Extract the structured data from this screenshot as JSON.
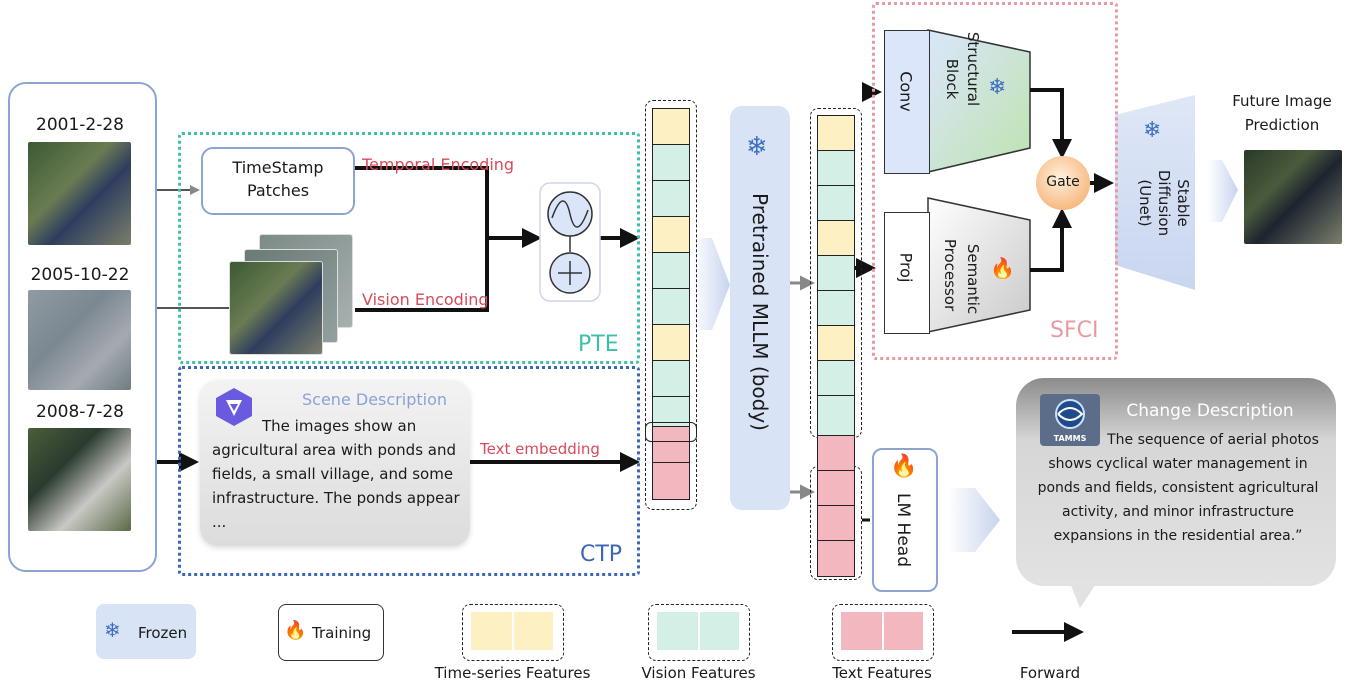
{
  "dates": [
    "2001-2-28",
    "2005-10-22",
    "2008-7-28"
  ],
  "pte": {
    "label": "PTE",
    "timestamp_line1": "TimeStamp",
    "timestamp_line2": "Patches",
    "temporal_encoding": "Temporal Encoding",
    "vision_encoding": "Vision Encoding"
  },
  "ctp": {
    "label": "CTP",
    "scene_title": "Scene Description",
    "scene_text": "The images show an agricultural area with ponds and fields, a small village, and some infrastructure. The ponds appear ...",
    "text_embedding": "Text embedding"
  },
  "mllm": {
    "label": "Pretrained MLLM (body)"
  },
  "lm_head": {
    "label": "LM Head"
  },
  "sfci": {
    "label": "SFCI",
    "conv": "Conv",
    "structural_line1": "Structural",
    "structural_line2": "Block",
    "proj": "Proj",
    "semantic_line1": "Semantic",
    "semantic_line2": "Processor",
    "gate": "Gate"
  },
  "unet": {
    "line1": "Stable",
    "line2": "Diffusion",
    "line3": "(Unet)"
  },
  "future": {
    "line1": "Future Image",
    "line2": "Prediction"
  },
  "change": {
    "title": "Change Description",
    "badge": "TAMMS",
    "text": "The sequence of aerial photos shows cyclical water management in ponds and fields, consistent agricultural activity, and minor infrastructure expansions in the residential area.”"
  },
  "legend": {
    "frozen": "Frozen",
    "training": "Training",
    "time_series": "Time-series Features",
    "vision": "Vision Features",
    "text": "Text Features",
    "forward": "Forward"
  },
  "colors": {
    "time_series": "#fdf1c4",
    "vision": "#d3efe6",
    "text": "#f3b7c0",
    "pte_border": "#3fbfa8",
    "ctp_border": "#3d66b5",
    "sfci_border": "#e89aa2",
    "frozen_bg": "#d9e3f6"
  }
}
